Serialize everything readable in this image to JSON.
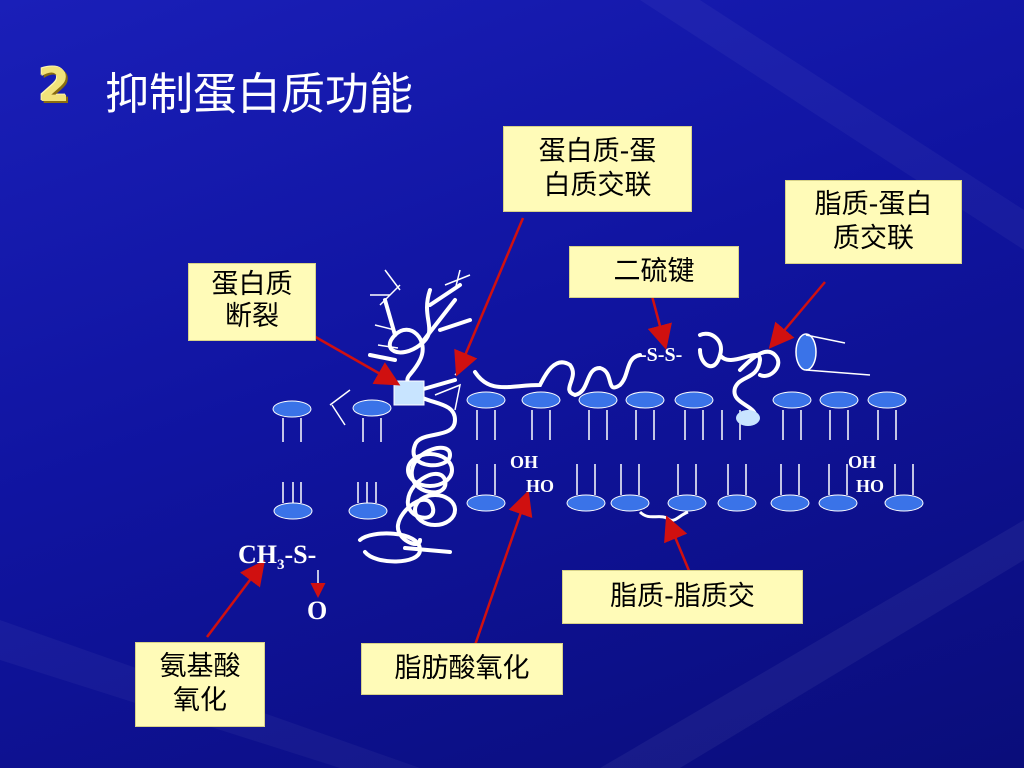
{
  "slide": {
    "number": "2",
    "title": "抑制蛋白质功能"
  },
  "labels": {
    "protein_protein_crosslink_line1": "蛋白质-蛋",
    "protein_protein_crosslink_line2": "白质交联",
    "lipid_protein_crosslink_line1": "脂质-蛋白",
    "lipid_protein_crosslink_line2": "质交联",
    "disulfide_bond": "二硫键",
    "protein_cleavage_line1": "蛋白质",
    "protein_cleavage_line2": "断裂",
    "lipid_lipid_crosslink": "脂质-脂质交",
    "amino_acid_oxidation_line1": "氨基酸",
    "amino_acid_oxidation_line2": "氧化",
    "fatty_acid_oxidation": "脂肪酸氧化"
  },
  "molecule_text": {
    "disulfide": "-S-S-",
    "oh_left": "OH",
    "ho_left": "HO",
    "oh_right": "OH",
    "ho_right": "HO",
    "methionine_prefix": "CH",
    "methionine_sub": "3",
    "methionine_suffix": "-S-",
    "sulfoxide_o": "O"
  },
  "colors": {
    "background": "#1014a0",
    "label_fill": "#fffbb8",
    "arrow": "#d01010",
    "lipid_head": "#3a73e8",
    "cleavage_box": "#c8e4ff",
    "badge": "#f2e27a"
  }
}
